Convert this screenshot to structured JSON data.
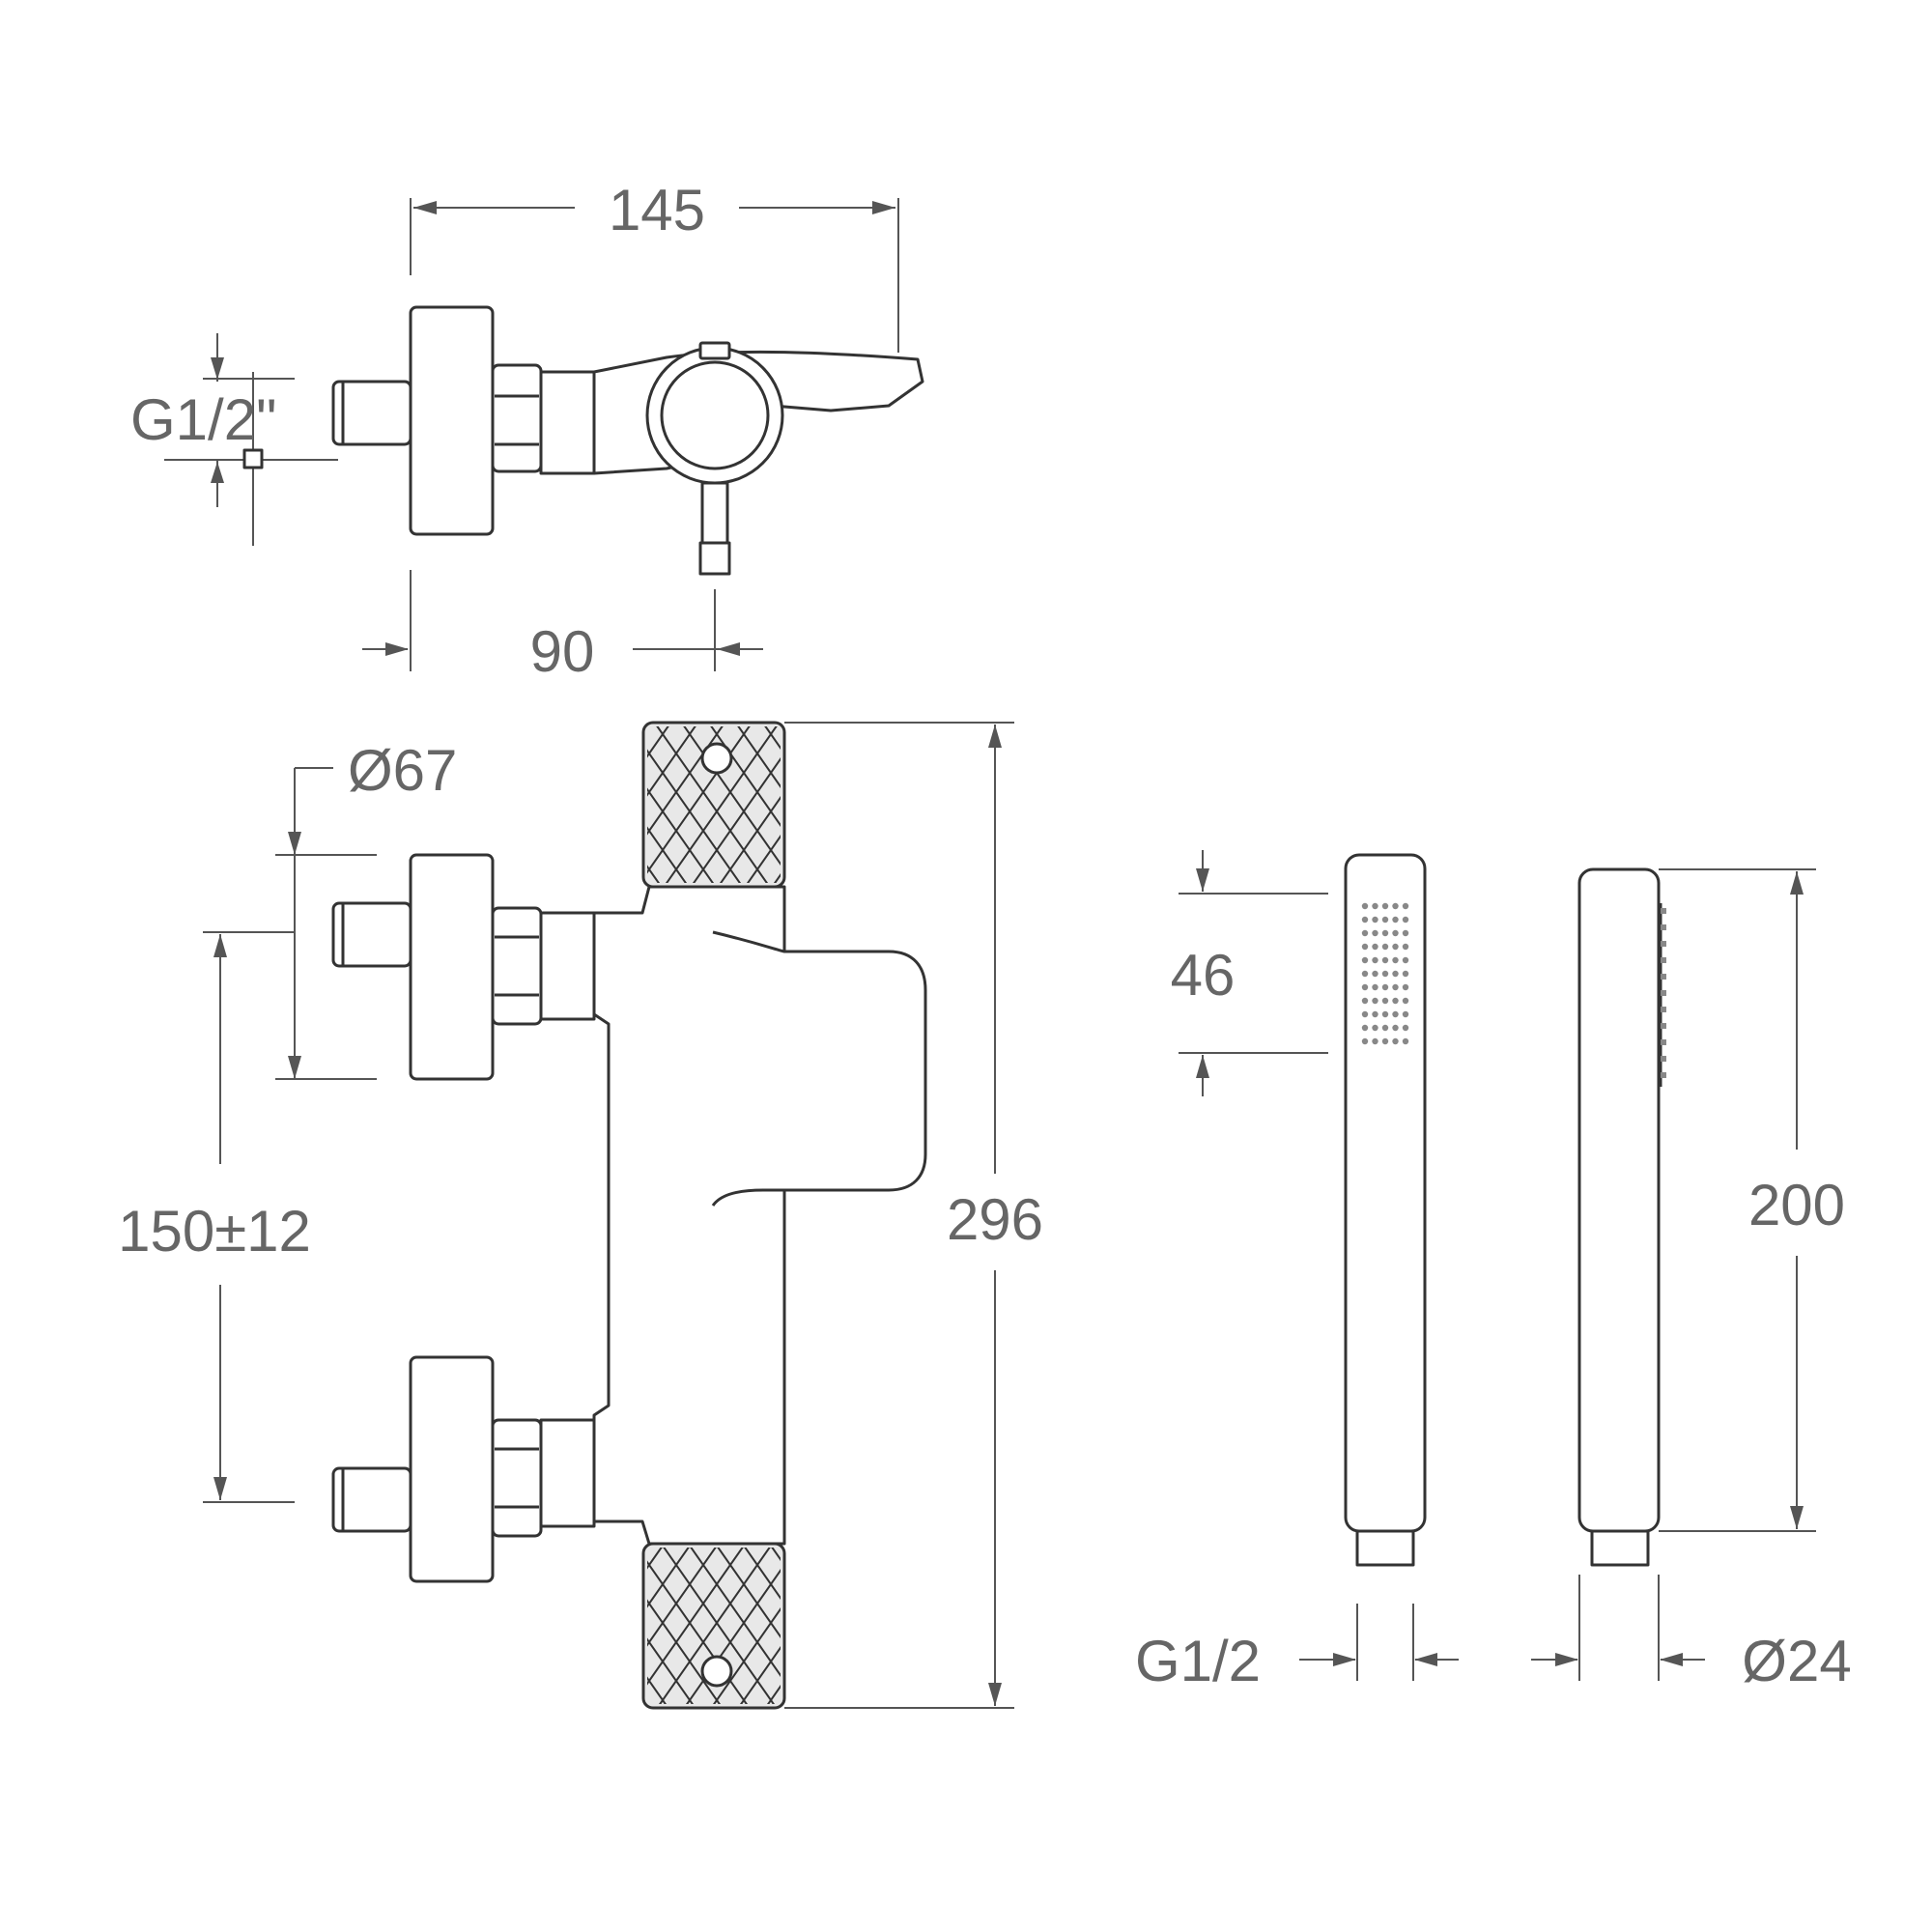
{
  "drawing": {
    "dims": {
      "overall_length": "145",
      "projection": "90",
      "inlet_thread": "G1/2\"",
      "flange_diameter": "Ø67",
      "centers": "150±12",
      "body_height": "296",
      "spray_face": "46",
      "hand_shower_length": "200",
      "hand_shower_thread": "G1/2",
      "hand_shower_diameter": "Ø24"
    }
  }
}
